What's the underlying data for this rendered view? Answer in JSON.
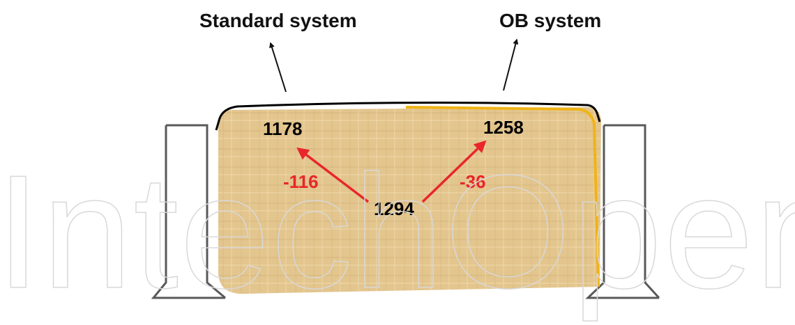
{
  "labels": {
    "standard_system": "Standard system",
    "ob_system": "OB system"
  },
  "values": {
    "standard": "1178",
    "ob": "1258",
    "center": "1294",
    "standard_delta": "-116",
    "ob_delta": "-36"
  },
  "watermark": "IntechOpen",
  "colors": {
    "fill": "#e3c58e",
    "fiber_line": "#f0b419",
    "arrow": "#e8262b",
    "delta_text": "#e8262b",
    "outline": "#000000",
    "frame": "#595959"
  }
}
